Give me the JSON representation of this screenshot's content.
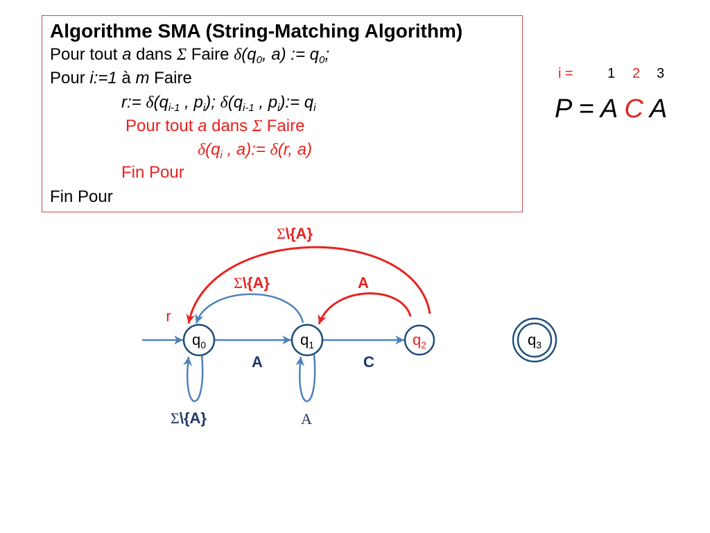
{
  "algorithm": {
    "title": "Algorithme SMA (String-Matching Algorithm)",
    "line1": [
      "Pour tout ",
      "a",
      " dans ",
      "Σ",
      " Faire ",
      "δ",
      "(q",
      "0",
      ", a) := q",
      "0",
      ";"
    ],
    "line2": [
      "Pour ",
      "i:=1",
      " à ",
      "m",
      " Faire"
    ],
    "line3": [
      "r:= ",
      "δ",
      "(q",
      "i-1",
      " , p",
      "i",
      "); ",
      "δ",
      "(q",
      "i-1",
      " , p",
      "i",
      "):= q",
      "i"
    ],
    "line4": [
      "Pour tout ",
      "a",
      " dans ",
      "Σ",
      " Faire"
    ],
    "line5": [
      "δ",
      "(q",
      "i",
      " , a):= ",
      "δ",
      "(r, a)"
    ],
    "line6": "Fin Pour",
    "line7": "Fin Pour"
  },
  "pattern": {
    "index_label": "i =",
    "indices": [
      "1",
      "2",
      "3"
    ],
    "text": [
      "P = A ",
      "C",
      " A"
    ]
  },
  "automaton": {
    "states": [
      {
        "base": "q",
        "sub": "0"
      },
      {
        "base": "q",
        "sub": "1"
      },
      {
        "base": "q",
        "sub": "2"
      },
      {
        "base": "q",
        "sub": "3"
      }
    ],
    "r_label": "r",
    "transitions": {
      "q0_q1": "A",
      "q1_q2": "C",
      "q1_q0": [
        "Σ",
        "\\{A}"
      ],
      "q2_q0": [
        "Σ",
        "\\{A}"
      ],
      "q2_q1": "A",
      "q0_q0": [
        "Σ",
        "\\{A}"
      ],
      "q1_q1": "A"
    }
  },
  "colors": {
    "highlight_red": "#e8211d",
    "arrow_blue": "#4f81bd",
    "label_navy": "#1f3864",
    "state_stroke": "#1f4e79",
    "box_border": "#c0504d"
  }
}
